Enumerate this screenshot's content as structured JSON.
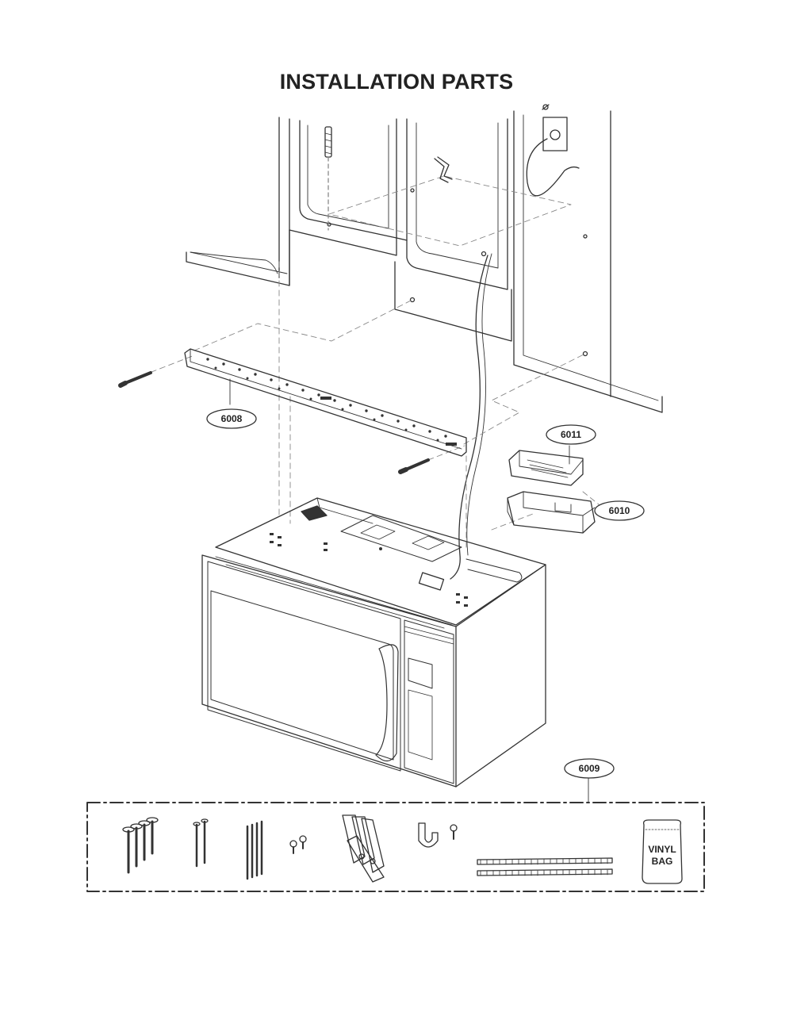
{
  "title": "INSTALLATION PARTS",
  "parts": [
    {
      "id": "6008",
      "label": "6008"
    },
    {
      "id": "6011",
      "label": "6011"
    },
    {
      "id": "6010",
      "label": "6010"
    },
    {
      "id": "6009",
      "label": "6009"
    }
  ],
  "kit_items": {
    "bag_line1": "VINYL",
    "bag_line2": "BAG"
  },
  "colors": {
    "line": "#333333",
    "dash": "#555555",
    "background": "#ffffff"
  }
}
